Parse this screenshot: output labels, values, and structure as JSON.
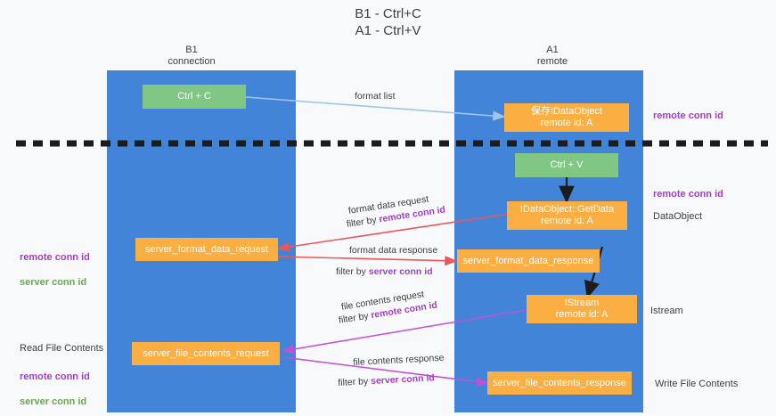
{
  "title": "B1 - Ctrl+C\nA1 - Ctrl+V",
  "columns": [
    {
      "name": "b1",
      "label": "B1\nconnection"
    },
    {
      "name": "a1",
      "label": "A1\nremote"
    }
  ],
  "nodes": [
    {
      "name": "ctrl-c",
      "label": "Ctrl + C",
      "color": "green"
    },
    {
      "name": "save-idataobject",
      "label": "保存IDataObject\nremote id: A",
      "color": "orange"
    },
    {
      "name": "ctrl-v",
      "label": "Ctrl + V",
      "color": "green"
    },
    {
      "name": "idataobject-getdata",
      "label": "IDataObject::GetData\nremote id: A",
      "color": "orange"
    },
    {
      "name": "server-format-data-request",
      "label": "server_format_data_request",
      "color": "orange"
    },
    {
      "name": "server-format-data-response",
      "label": "server_format_data_response",
      "color": "orange"
    },
    {
      "name": "istream",
      "label": "IStream\nremote id: A",
      "color": "orange"
    },
    {
      "name": "server-file-contents-request",
      "label": "server_file_contents_request",
      "color": "orange"
    },
    {
      "name": "server-file-contents-response",
      "label": "server_file_contents_response",
      "color": "orange"
    }
  ],
  "arrow_labels": {
    "format_list": "format list",
    "format_data_request": "format data request",
    "format_data_request_filter_prefix": "filter by ",
    "format_data_request_filter_key": "remote conn id",
    "format_data_response": "format data response",
    "format_data_response_filter_prefix": "filter by ",
    "format_data_response_filter_key": "server conn id",
    "file_contents_request": "file contents request",
    "file_contents_request_filter_prefix": "filter by ",
    "file_contents_request_filter_key": "remote conn id",
    "file_contents_response": "file contents response",
    "file_contents_response_filter_prefix": "filter by ",
    "file_contents_response_filter_key": "server conn id"
  },
  "annotations": {
    "right_remote_conn_id_top": "remote conn id",
    "right_remote_conn_id_mid": "remote conn id",
    "right_dataobject": "DataObject",
    "right_istream": "Istream",
    "right_write_file_contents": "Write File Contents",
    "left_remote_conn_id_mid": "remote conn id",
    "left_server_conn_id_mid": "server conn id",
    "left_read_file_contents": "Read File Contents",
    "left_remote_conn_id_bottom": "remote conn id",
    "left_server_conn_id_bottom": "server conn id"
  },
  "colors": {
    "lane": "#4285d8",
    "green_node": "#81c784",
    "orange_node": "#fbae42",
    "purple": "#a23fc4",
    "green_text": "#6aa84f",
    "arrow_blue": "#9fc5e8",
    "arrow_red": "#e8575a",
    "arrow_magenta": "#c24fd4",
    "arrow_black": "#1c1c1c",
    "background": "#f8f9fa",
    "divider": "#1c1c1c"
  }
}
